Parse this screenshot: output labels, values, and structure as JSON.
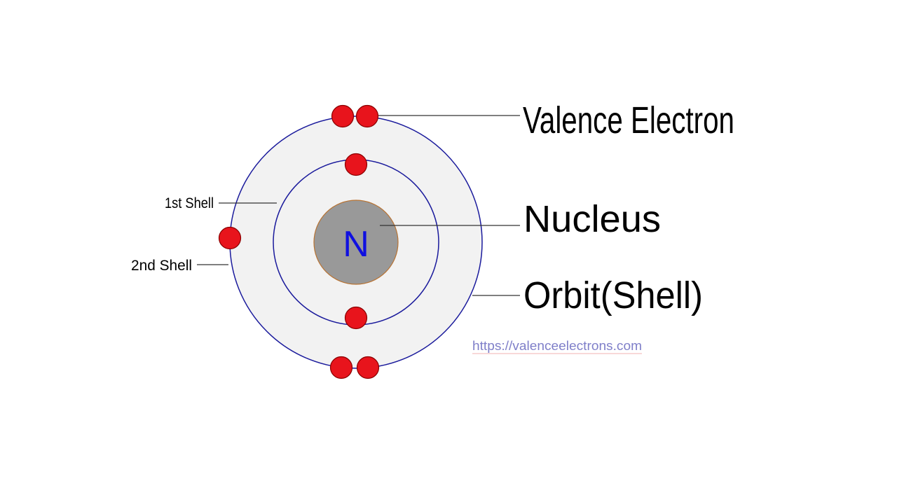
{
  "atom": {
    "symbol": "N",
    "colors": {
      "shell_fill": "#f2f2f2",
      "shell_stroke": "#1a1a9c",
      "nucleus_fill": "#999999",
      "nucleus_stroke": "#b87333",
      "symbol": "#1010e0",
      "electron_fill": "#e8141c",
      "electron_stroke": "#8b0000",
      "leader_line": "#333333"
    },
    "shells": [
      {
        "label": "1st Shell",
        "electrons": 2
      },
      {
        "label": "2nd Shell",
        "electrons": 5
      }
    ]
  },
  "labels": {
    "valence_electron": "Valence Electron",
    "nucleus": "Nucleus",
    "orbit": "Orbit(Shell)",
    "first_shell": "1st Shell",
    "second_shell": "2nd Shell"
  },
  "watermark": {
    "text": "https://valenceelectrons.com",
    "color": "#7f7fc9",
    "underline_color": "#f0b0b0"
  }
}
